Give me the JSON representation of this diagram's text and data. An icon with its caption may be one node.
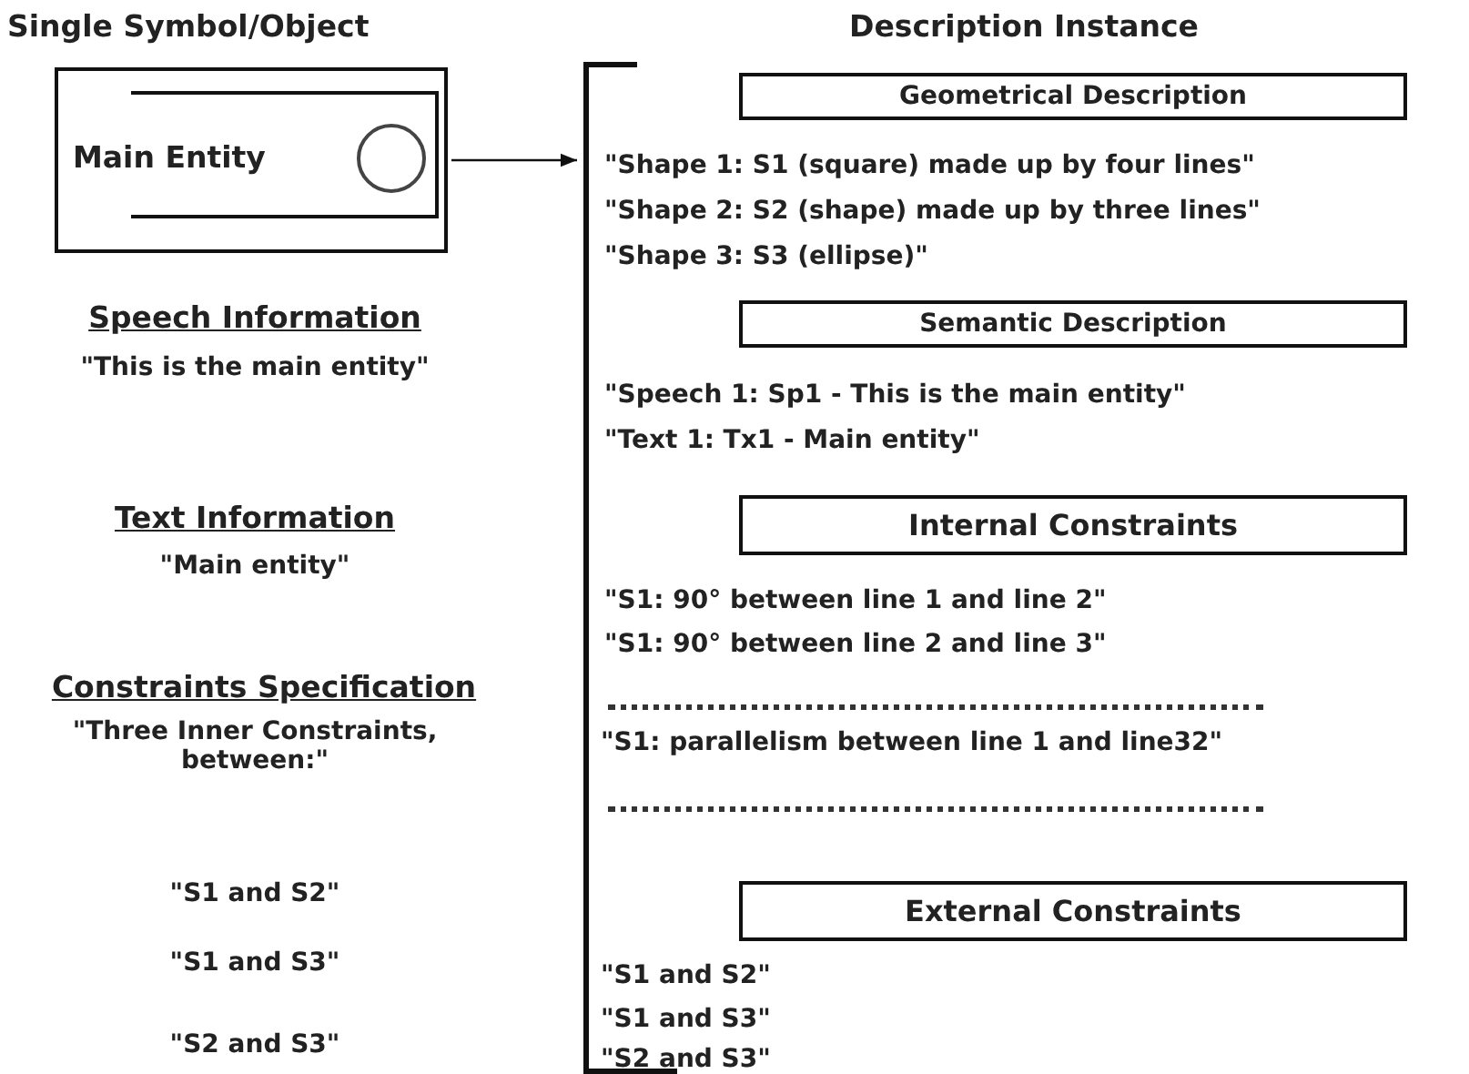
{
  "diagram": {
    "nodes": [
      {
        "text": [
          "Single Symbol/Object",
          "Main Entity"
        ]
      },
      {
        "text": [
          "Description Instance"
        ]
      },
      {
        "text": [
          "Geometrical Description"
        ],
        "in": 1
      },
      {
        "text": [
          "Semantic Description"
        ],
        "in": 1
      },
      {
        "text": [
          "Internal Constraints"
        ],
        "in": 1
      },
      {
        "text": [
          "External Constraints"
        ],
        "in": 1
      }
    ],
    "edges": [
      {
        "from": 0,
        "to": 1,
        "arrow": "to"
      }
    ],
    "labels": [
      "Speech Information",
      "\"This is the main entity\"",
      "Text Information",
      "\"Main entity\"",
      "Constraints Specification",
      "\"Three Inner Constraints, between:\"",
      "\"S1 and S2\"",
      "\"S1 and S3\"",
      "\"S2 and S3\"",
      "\"Shape 1: S1 (square) made up by four lines\"",
      "\"Shape 2: S2 (shape) made up by three lines\"",
      "\"Shape 3: S3 (ellipse)\"",
      "\"Speech 1: Sp1 - This is the main entity\"",
      "\"Text 1: Tx1 - Main entity\"",
      "\"S1: 90° between line 1 and line 2\"",
      "\"S1: 90° between line 2 and line 3\"",
      "\"S1: parallelism between line 1 and line32\"",
      "\"S1 and S2\"",
      "\"S1 and S3\"",
      "\"S2 and S3\""
    ]
  }
}
